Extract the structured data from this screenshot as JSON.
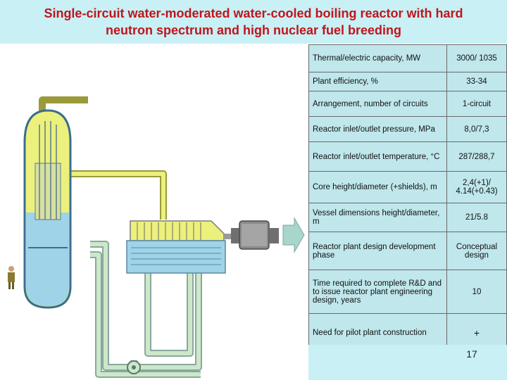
{
  "title": {
    "line1": "Single-circuit water-moderated water-cooled boiling reactor with hard",
    "line2": "neutron spectrum and high nuclear fuel breeding"
  },
  "colors": {
    "title_text": "#c0141c",
    "band": "#c9f0f5",
    "table_bg": "#bfe7ec",
    "steam_yellow": "#ecf07c",
    "water_blue": "#9fd3e8",
    "pipe_green": "#cde8c8"
  },
  "table": {
    "rows": [
      {
        "label": "Thermal/electric capacity, MW",
        "value": "3000/ 1035"
      },
      {
        "label": "Plant efficiency, %",
        "value": "33-34"
      },
      {
        "label": "Arrangement, number of circuits",
        "value": "1-circuit"
      },
      {
        "label": "Reactor inlet/outlet pressure, MPa",
        "value": "8,0/7,3"
      },
      {
        "label": "Reactor inlet/outlet temperature, °C",
        "value": "287/288,7"
      },
      {
        "label": "Core height/diameter (+shields), m",
        "value": "2,4(+1)/ 4.14(+0.43)"
      },
      {
        "label": "Vessel dimensions height/diameter, m",
        "value": "21/5.8"
      },
      {
        "label": "Reactor plant design development phase",
        "value": "Conceptual design"
      },
      {
        "label": "Time required to complete R&D and to issue reactor plant engineering design, years",
        "value": "10"
      },
      {
        "label": "Need for pilot plant construction",
        "value": "+"
      }
    ]
  },
  "page_number": "17",
  "diagram_icons": [
    "reactor-vessel-icon",
    "turbine-icon",
    "generator-icon",
    "condenser-icon",
    "pump-icon",
    "person-icon",
    "arrow-right-icon"
  ]
}
